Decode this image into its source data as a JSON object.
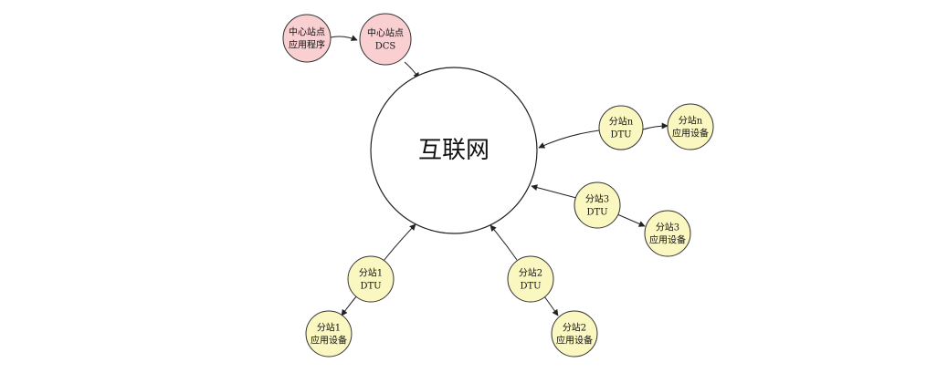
{
  "hub": {
    "label": "互联网"
  },
  "colors": {
    "center_fill": "#f9cfd2",
    "station_fill": "#fbf7c0",
    "line": "#222222"
  },
  "nodes": {
    "center_app": {
      "line1": "中心站点",
      "line2": "应用程序"
    },
    "center_dcs": {
      "line1": "中心站点",
      "line2": "DCS"
    },
    "dtu_n": {
      "line1": "分站n",
      "line2": "DTU"
    },
    "device_n": {
      "line1": "分站n",
      "line2": "应用设备"
    },
    "dtu_3": {
      "line1": "分站3",
      "line2": "DTU"
    },
    "device_3": {
      "line1": "分站3",
      "line2": "应用设备"
    },
    "dtu_2": {
      "line1": "分站2",
      "line2": "DTU"
    },
    "device_2": {
      "line1": "分站2",
      "line2": "应用设备"
    },
    "dtu_1": {
      "line1": "分站1",
      "line2": "DTU"
    },
    "device_1": {
      "line1": "分站1",
      "line2": "应用设备"
    }
  }
}
